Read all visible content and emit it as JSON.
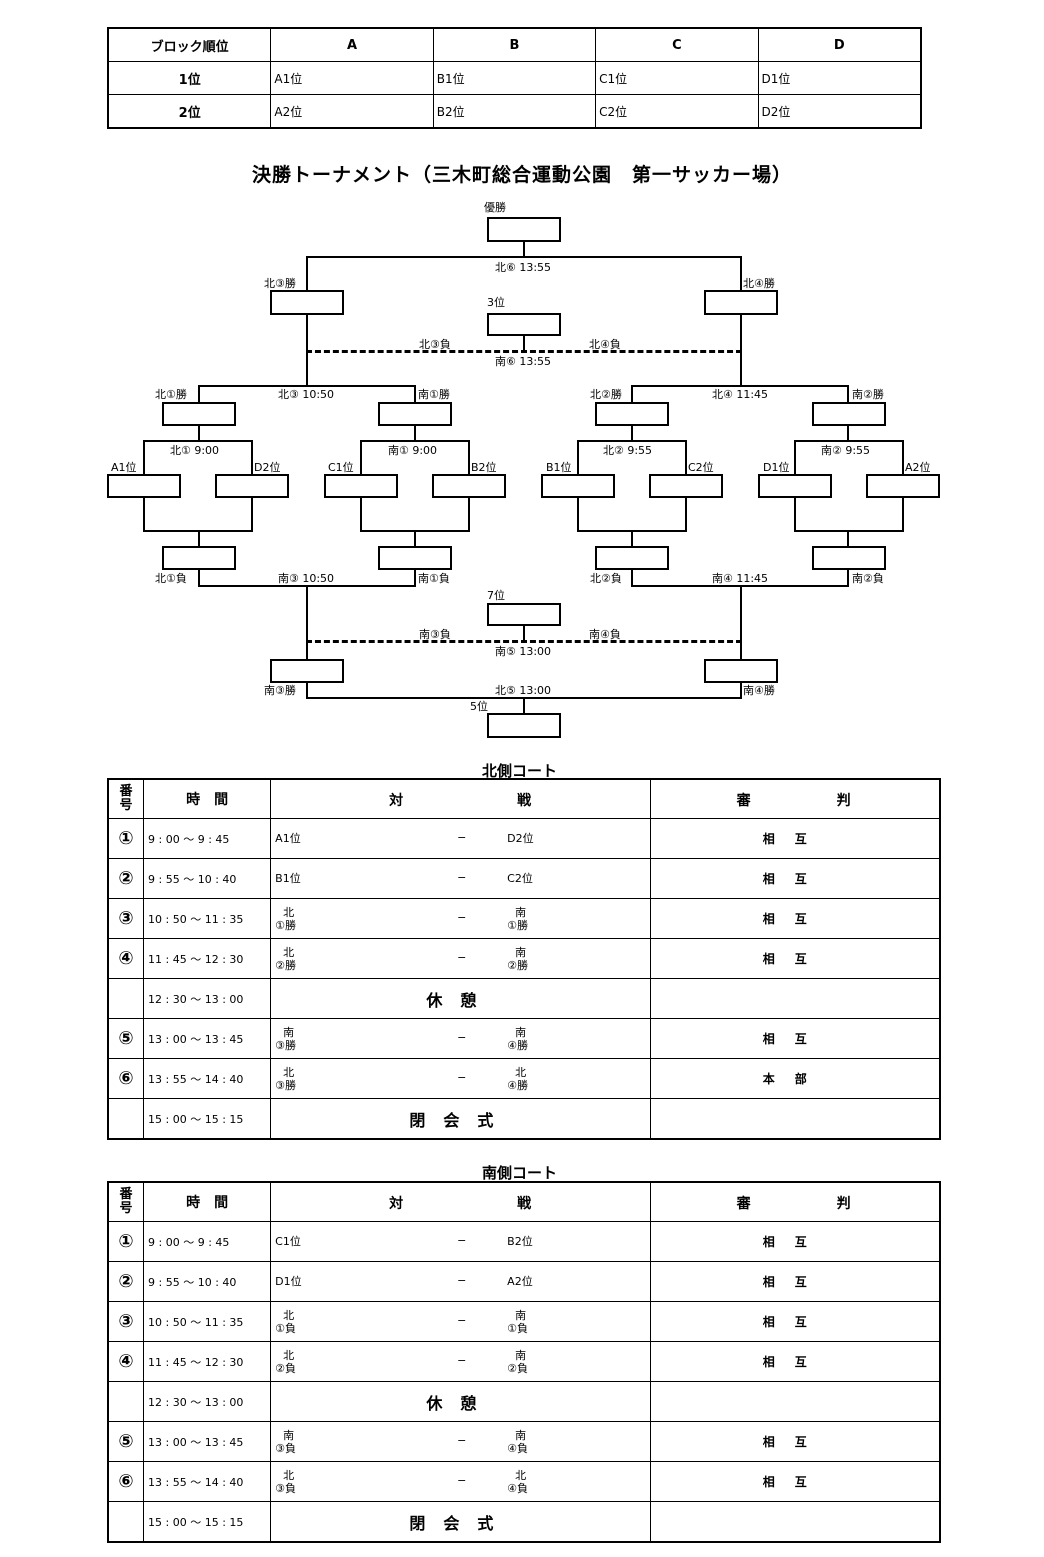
{
  "rank_table": {
    "header": [
      "ブロック順位",
      "A",
      "B",
      "C",
      "D"
    ],
    "rows": [
      [
        "1位",
        "A1位",
        "B1位",
        "C1位",
        "D1位"
      ],
      [
        "2位",
        "A2位",
        "B2位",
        "C2位",
        "D2位"
      ]
    ]
  },
  "bracket": {
    "title": "決勝トーナメント（三木町総合運動公園　第一サッカー場）",
    "labels": {
      "champion": "優勝",
      "third": "3位",
      "fifth": "5位",
      "seventh": "7位",
      "n6": "北⑥ 13:55",
      "s6": "南⑥ 13:55",
      "n5": "北⑤ 13:00",
      "s5": "南⑤ 13:00",
      "n3w": "北③勝",
      "n4w": "北④勝",
      "n3l": "北③負",
      "n4l": "北④負",
      "n1w": "北①勝",
      "s1w": "南①勝",
      "n2w": "北②勝",
      "s2w": "南②勝",
      "n3": "北③ 10:50",
      "n4": "北④ 11:45",
      "s3": "南③ 10:50",
      "s4": "南④ 11:45",
      "n1": "北① 9:00",
      "s1": "南① 9:00",
      "n2": "北② 9:55",
      "s2": "南② 9:55",
      "a1": "A1位",
      "d2": "D2位",
      "c1": "C1位",
      "b2": "B2位",
      "b1": "B1位",
      "c2": "C2位",
      "d1": "D1位",
      "a2": "A2位",
      "n1l": "北①負",
      "s1l": "南①負",
      "n2l": "北②負",
      "s2l": "南②負",
      "s3l": "南③負",
      "s4l": "南④負",
      "s3w": "南③勝",
      "s4w": "南④勝"
    }
  },
  "north": {
    "title": "北側コート",
    "header": {
      "num": "番号",
      "time": "時　間",
      "match_a": "対",
      "match_b": "戦",
      "ref_a": "審",
      "ref_b": "判"
    },
    "rows": [
      {
        "num": "①",
        "time": "9 : 00 〜 9 : 45",
        "left": [
          "A1位"
        ],
        "dash": "−",
        "right": [
          "D2位"
        ],
        "ref": "相互"
      },
      {
        "num": "②",
        "time": "9 : 55 〜 10 : 40",
        "left": [
          "B1位"
        ],
        "dash": "−",
        "right": [
          "C2位"
        ],
        "ref": "相互"
      },
      {
        "num": "③",
        "time": "10 : 50 〜 11 : 35",
        "left": [
          "北",
          "①勝"
        ],
        "dash": "−",
        "right": [
          "南",
          "①勝"
        ],
        "ref": "相互"
      },
      {
        "num": "④",
        "time": "11 : 45 〜 12 : 30",
        "left": [
          "北",
          "②勝"
        ],
        "dash": "−",
        "right": [
          "南",
          "②勝"
        ],
        "ref": "相互"
      },
      {
        "num": "",
        "time": "12 : 30 〜 13 : 00",
        "break": "休憩"
      },
      {
        "num": "⑤",
        "time": "13 : 00 〜 13 : 45",
        "left": [
          "南",
          "③勝"
        ],
        "dash": "−",
        "right": [
          "南",
          "④勝"
        ],
        "ref": "相互"
      },
      {
        "num": "⑥",
        "time": "13 : 55 〜 14 : 40",
        "left": [
          "北",
          "③勝"
        ],
        "dash": "−",
        "right": [
          "北",
          "④勝"
        ],
        "ref": "本部"
      },
      {
        "num": "",
        "time": "15 : 00 〜 15 : 15",
        "break": "閉会式"
      }
    ]
  },
  "south": {
    "title": "南側コート",
    "header": {
      "num": "番号",
      "time": "時　間",
      "match_a": "対",
      "match_b": "戦",
      "ref_a": "審",
      "ref_b": "判"
    },
    "rows": [
      {
        "num": "①",
        "time": "9 : 00 〜 9 : 45",
        "left": [
          "C1位"
        ],
        "dash": "−",
        "right": [
          "B2位"
        ],
        "ref": "相互"
      },
      {
        "num": "②",
        "time": "9 : 55 〜 10 : 40",
        "left": [
          "D1位"
        ],
        "dash": "−",
        "right": [
          "A2位"
        ],
        "ref": "相互"
      },
      {
        "num": "③",
        "time": "10 : 50 〜 11 : 35",
        "left": [
          "北",
          "①負"
        ],
        "dash": "−",
        "right": [
          "南",
          "①負"
        ],
        "ref": "相互"
      },
      {
        "num": "④",
        "time": "11 : 45 〜 12 : 30",
        "left": [
          "北",
          "②負"
        ],
        "dash": "−",
        "right": [
          "南",
          "②負"
        ],
        "ref": "相互"
      },
      {
        "num": "",
        "time": "12 : 30 〜 13 : 00",
        "break": "休憩"
      },
      {
        "num": "⑤",
        "time": "13 : 00 〜 13 : 45",
        "left": [
          "南",
          "③負"
        ],
        "dash": "−",
        "right": [
          "南",
          "④負"
        ],
        "ref": "相互"
      },
      {
        "num": "⑥",
        "time": "13 : 55 〜 14 : 40",
        "left": [
          "北",
          "③負"
        ],
        "dash": "−",
        "right": [
          "北",
          "④負"
        ],
        "ref": "相互"
      },
      {
        "num": "",
        "time": "15 : 00 〜 15 : 15",
        "break": "閉会式"
      }
    ]
  }
}
